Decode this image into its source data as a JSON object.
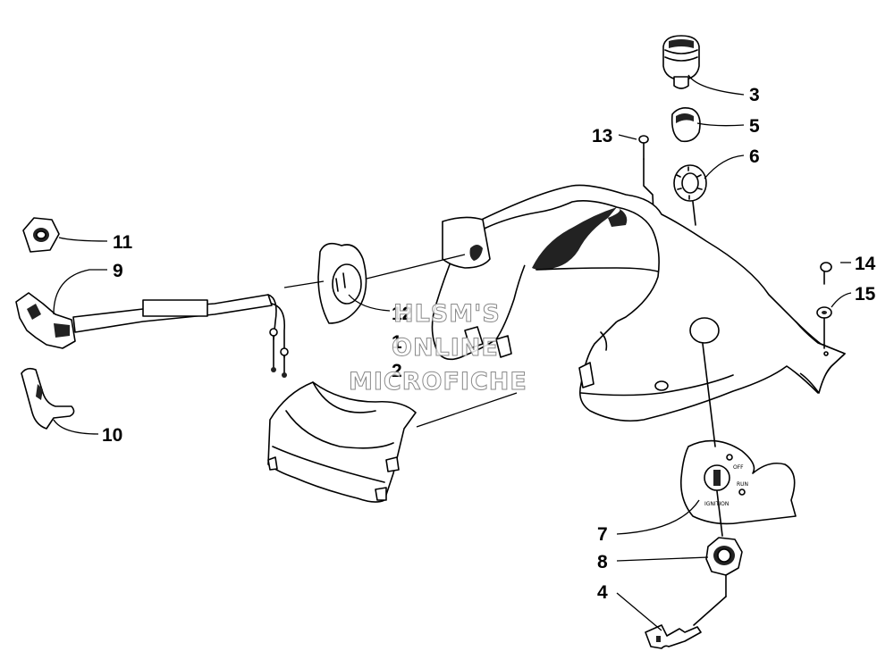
{
  "callouts": {
    "c1": "1",
    "c2": "2",
    "c3": "3",
    "c4": "4",
    "c5": "5",
    "c6": "6",
    "c7": "7",
    "c8": "8",
    "c9": "9",
    "c10": "10",
    "c11": "11",
    "c12": "12",
    "c13": "13",
    "c14": "14",
    "c15": "15"
  },
  "switch_plate": {
    "off": "OFF",
    "run": "RUN",
    "ignition": "IGNITION"
  },
  "watermark": {
    "line1": "HLSM'S",
    "line2": "ONLINE",
    "line3": "MICROFICHE"
  }
}
